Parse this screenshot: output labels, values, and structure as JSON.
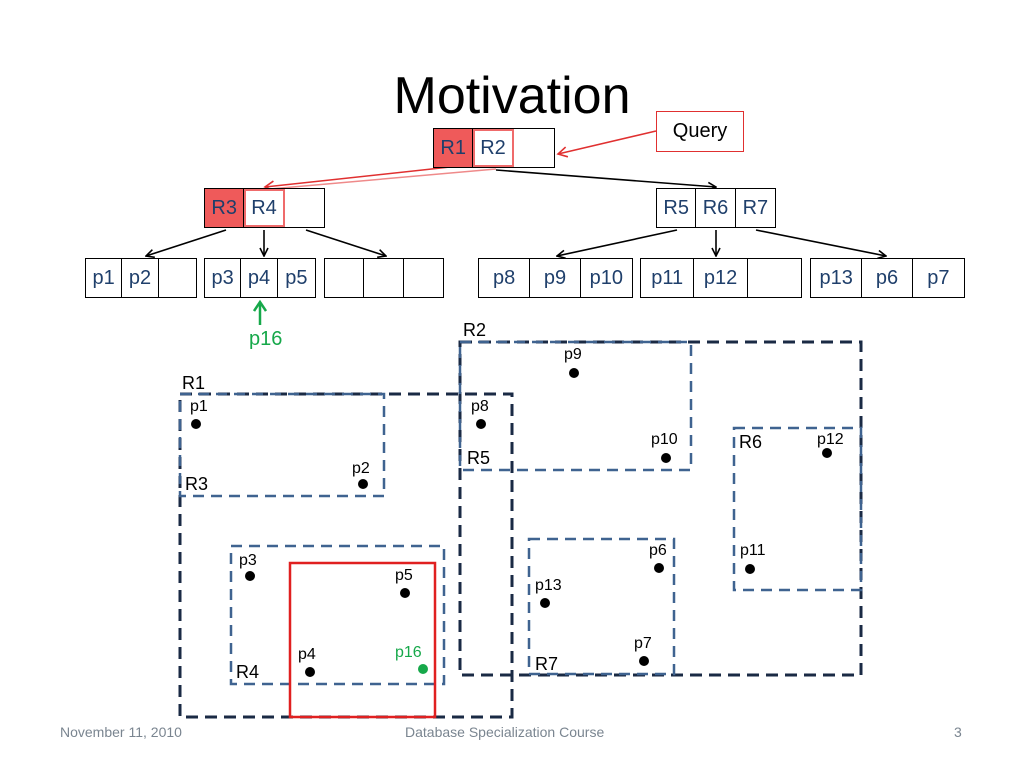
{
  "title": "Motivation",
  "query_label": "Query",
  "root": [
    "R1",
    "R2",
    ""
  ],
  "level1": {
    "left": [
      "R3",
      "R4",
      ""
    ],
    "right": [
      "R5",
      "R6",
      "R7"
    ]
  },
  "leaves": [
    [
      "p1",
      "p2",
      ""
    ],
    [
      "p3",
      "p4",
      "p5"
    ],
    [
      "",
      "",
      ""
    ],
    [
      "p8",
      "p9",
      "p10"
    ],
    [
      "p11",
      "p12",
      ""
    ],
    [
      "p13",
      "p6",
      "p7"
    ]
  ],
  "new_point": "p16",
  "regions": {
    "r1": "R1",
    "r2": "R2",
    "r3": "R3",
    "r4": "R4",
    "r5": "R5",
    "r6": "R6",
    "r7": "R7"
  },
  "points": {
    "p1": "p1",
    "p2": "p2",
    "p3": "p3",
    "p4": "p4",
    "p5": "p5",
    "p6": "p6",
    "p7": "p7",
    "p8": "p8",
    "p9": "p9",
    "p10": "p10",
    "p11": "p11",
    "p12": "p12",
    "p13": "p13",
    "p16": "p16"
  },
  "footer": {
    "date": "November 11, 2010",
    "course": "Database Specialization Course",
    "page": "3"
  },
  "colors": {
    "highlight": "#ef5a5a",
    "query_red": "#e03030",
    "insert_green": "#16a84a",
    "cell_text": "#1f3f6b"
  }
}
